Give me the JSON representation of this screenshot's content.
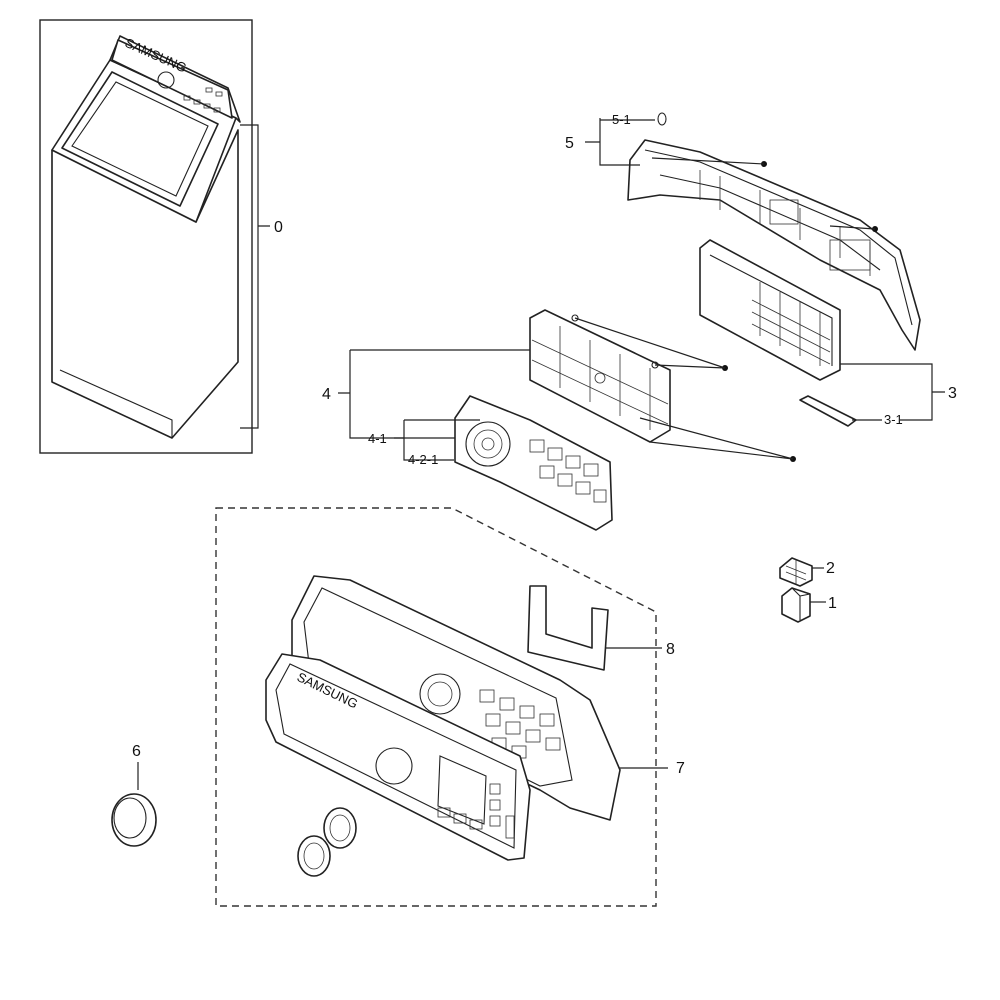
{
  "brand": {
    "logo_text": "SAMSUNG"
  },
  "callouts": {
    "c0": "0",
    "c1": "1",
    "c2": "2",
    "c3": "3",
    "c3_1": "3-1",
    "c4": "4",
    "c4_1": "4-1",
    "c4_2_1": "4-2-1",
    "c5": "5",
    "c5_1": "5-1",
    "c6": "6",
    "c7": "7",
    "c8": "8"
  },
  "colors": {
    "line": "#222222",
    "background": "#ffffff"
  }
}
